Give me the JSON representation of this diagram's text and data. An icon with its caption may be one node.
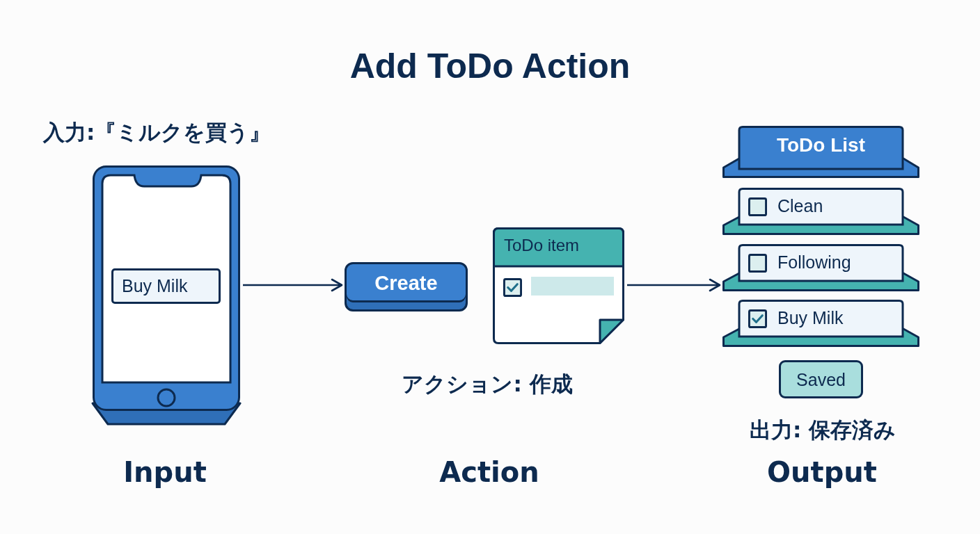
{
  "diagram": {
    "title": "Add ToDo Action",
    "nodes": [
      {
        "text": [],
        "shape": "phone"
      },
      {
        "text": [
          "Buy Milk"
        ],
        "in": 0
      },
      {
        "text": [
          "Create"
        ]
      },
      {
        "text": [
          "ToDo item"
        ]
      },
      {
        "text": [
          "ToDo List"
        ]
      },
      {
        "text": [
          "Clean"
        ]
      },
      {
        "text": [
          "Following"
        ]
      },
      {
        "text": [
          "Buy Milk"
        ]
      },
      {
        "text": [
          "Saved"
        ]
      }
    ],
    "edges": [
      {
        "from": 0,
        "to": 2,
        "arrow": "to"
      },
      {
        "from": 3,
        "to": 6,
        "arrow": "to"
      }
    ],
    "labels": [
      "入力:『ミルクを買う』",
      "アクション: 作成",
      "出力: 保存済み",
      "Input",
      "Action",
      "Output"
    ]
  }
}
